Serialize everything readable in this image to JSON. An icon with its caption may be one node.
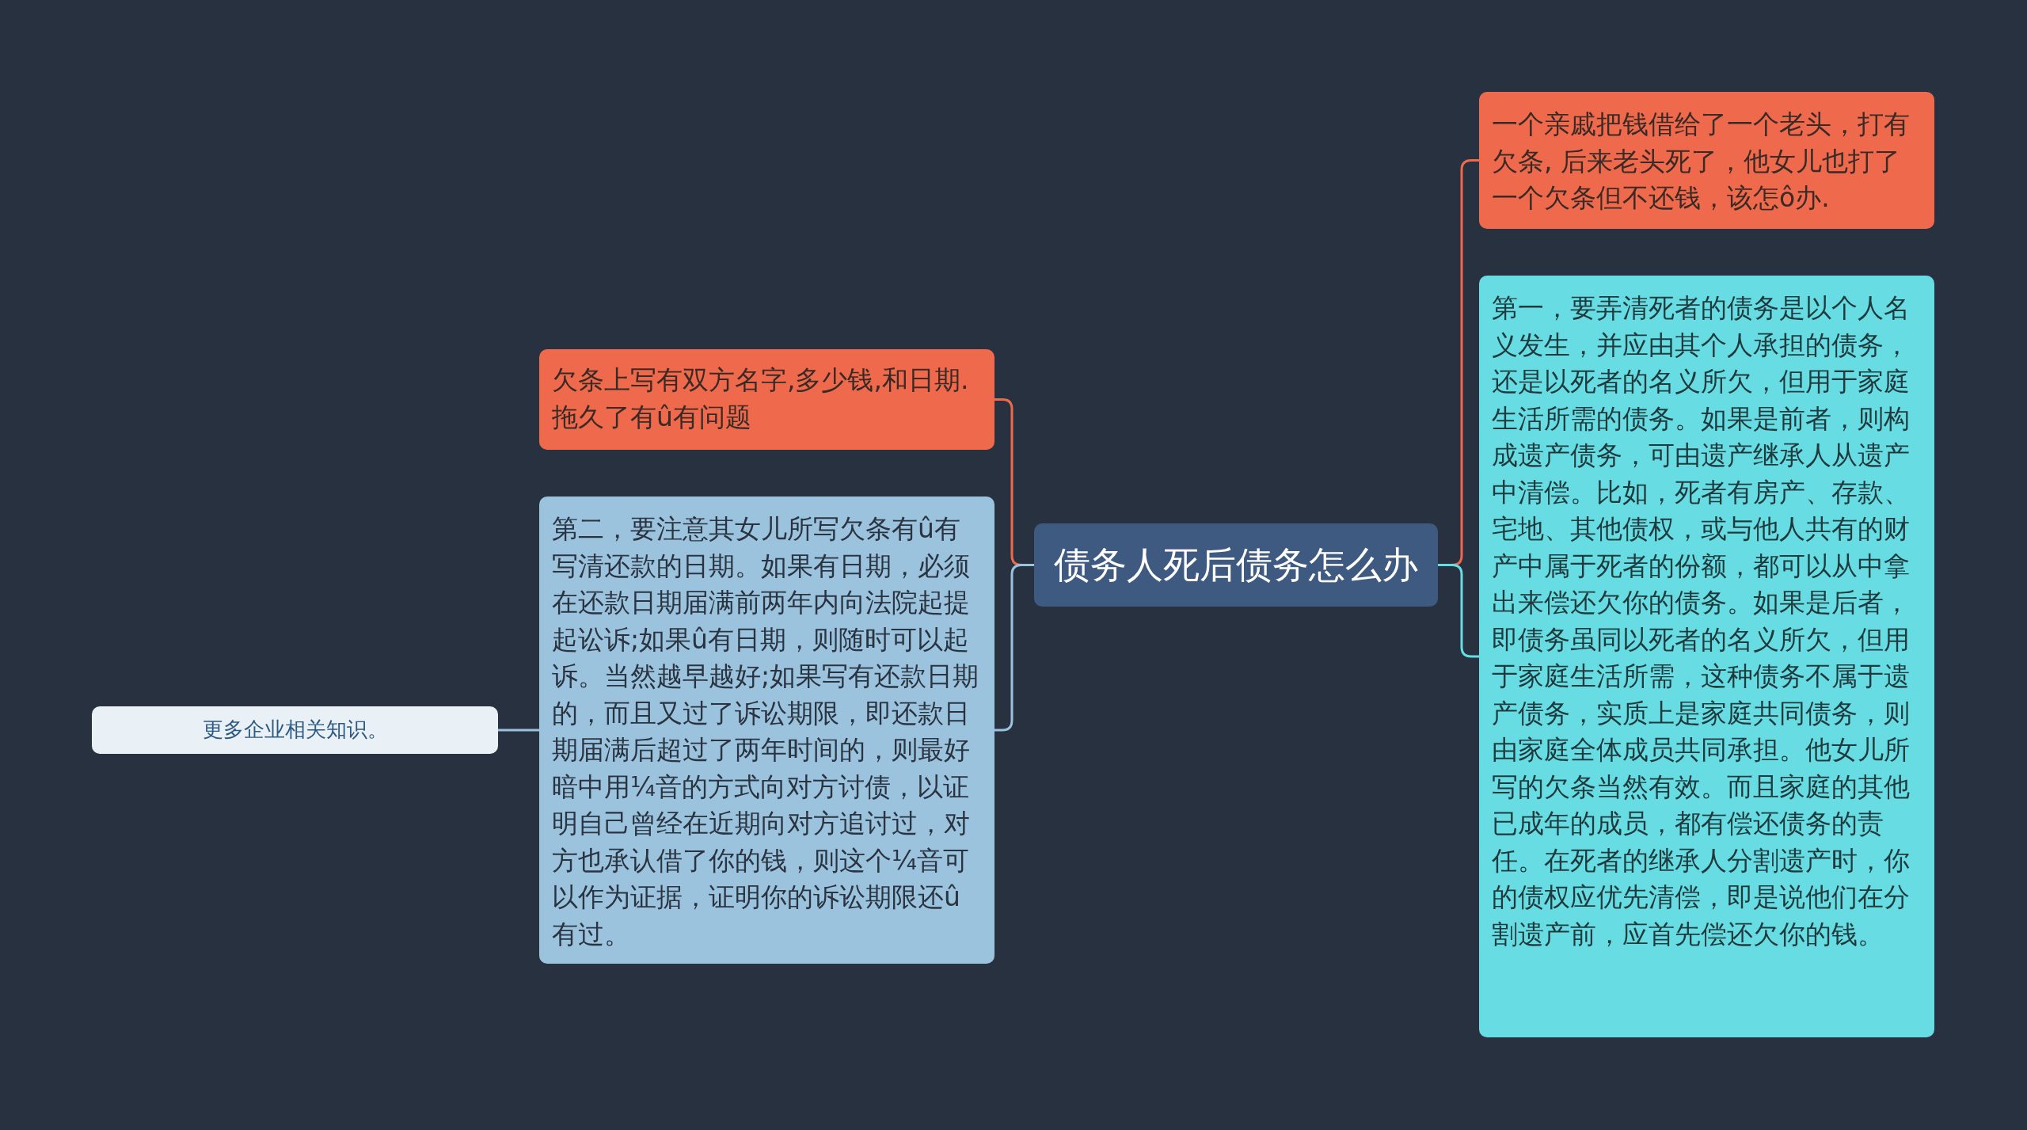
{
  "diagram": {
    "nodes": [
      {
        "text": [
          "债务人死后债务怎么办"
        ]
      },
      {
        "text": [
          "一个亲戚把钱借给了一个老头，打有欠条, 后来老头死了，他女儿也打了一个欠条但不还钱，该怎ô办."
        ]
      },
      {
        "text": [
          "第一，要弄清死者的债务是以个人名义发生，并应由其个人承担的债务，还是以死者的名义所欠，但用于家庭生活所需的债务。如果是前者，则构成遗产债务，可由遗产继承人从遗产中清偿。比如，死者有房产、存款、宅地、其他债权，或与他人共有的财产中属于死者的份额，都可以从中拿出来偿还欠你的债务。如果是后者，即债务虽同以死者的名义所欠，但用于家庭生活所需，这种债务不属于遗产债务，实质上是家庭共同债务，则由家庭全体成员共同承担。他女儿所写的欠条当然有效。而且家庭的其他已成年的成员，都有偿还债务的责任。在死者的继承人分割遗产时，你的债权应优先清偿，即是说他们在分割遗产前，应首先偿还欠你的钱。"
        ]
      },
      {
        "text": [
          "欠条上写有双方名字,多少钱,和日期.拖久了有û有问题"
        ]
      },
      {
        "text": [
          "第二，要注意其女儿所写欠条有û有写清还款的日期。如果有日期，必须在还款日期届满前两年内向法院起提起讼诉;如果û有日期，则随时可以起诉。当然越早越好;如果写有还款日期的，而且又过了诉讼期限，即还款日期届满后超过了两年时间的，则最好暗中用¼音的方式向对方讨债，以证明自己曾经在近期向对方追讨过，对方也承认借了你的钱，则这个¼音可以作为证据，证明你的诉讼期限还û有过。"
        ]
      },
      {
        "text": [
          "更多企业相关知识。"
        ]
      }
    ],
    "edges": [
      {
        "from": 0,
        "to": 1,
        "arrow": "none",
        "color": "#ef6a4c"
      },
      {
        "from": 0,
        "to": 2,
        "arrow": "none",
        "color": "#67dde3"
      },
      {
        "from": 0,
        "to": 3,
        "arrow": "none",
        "color": "#ef6a4c"
      },
      {
        "from": 0,
        "to": 4,
        "arrow": "none",
        "color": "#9cc3de"
      },
      {
        "from": 4,
        "to": 5,
        "arrow": "none",
        "color": "#9cc3de"
      }
    ]
  }
}
